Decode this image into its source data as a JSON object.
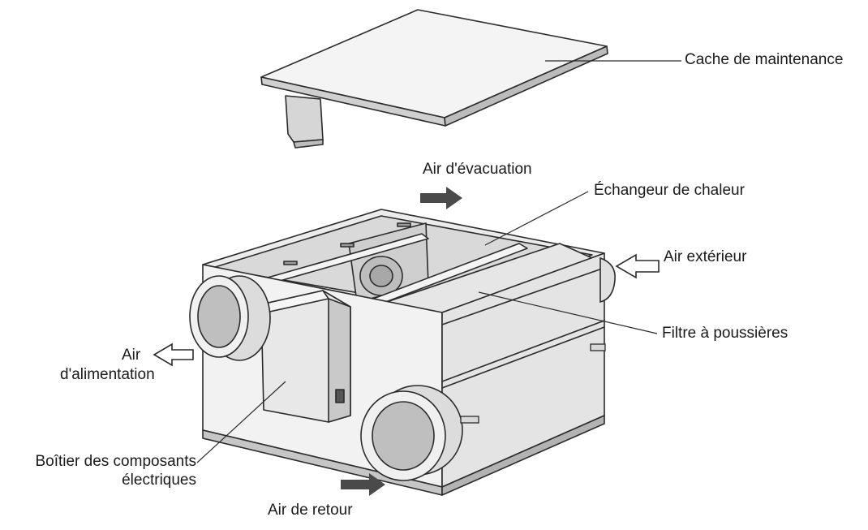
{
  "labels": {
    "maintenance_cover": "Cache de maintenance",
    "exhaust_air": "Air d'évacuation",
    "heat_exchanger": "Échangeur de chaleur",
    "outdoor_air": "Air extérieur",
    "dust_filter": "Filtre à poussières",
    "supply_air_line1": "Air",
    "supply_air_line2": "d'alimentation",
    "electrical_box_line1": "Boîtier des composants",
    "electrical_box_line2": "électriques",
    "return_air": "Air de retour"
  },
  "colors": {
    "line": "#2b2b2b",
    "fill_light": "#f4f4f4",
    "fill_mid": "#e2e2e2",
    "fill_dark": "#c8c8c8",
    "arrow": "#4a4a4a"
  }
}
